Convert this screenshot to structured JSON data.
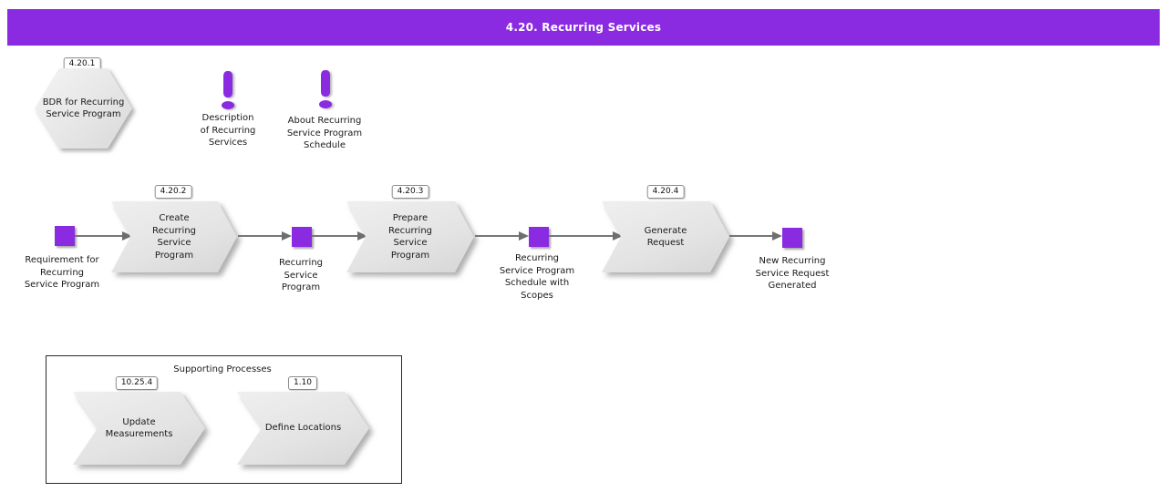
{
  "header": {
    "title": "4.20. Recurring Services"
  },
  "colors": {
    "accent_purple": "#8a2be2",
    "shape_fill_gray": "#e6e6e6",
    "arrow_gray": "#777777",
    "header_text": "#ffffff"
  },
  "start_event": {
    "tag": "4.20.1",
    "label": "BDR for Recurring\nService Program"
  },
  "notes": [
    {
      "icon": "exclamation-icon",
      "label": "Description\nof Recurring\nServices"
    },
    {
      "icon": "exclamation-icon",
      "label": "About Recurring\nService Program\nSchedule"
    }
  ],
  "flow": {
    "artifacts": [
      {
        "label": "Requirement for\nRecurring\nService Program"
      },
      {
        "label": "Recurring\nService\nProgram"
      },
      {
        "label": "Recurring\nService Program\nSchedule with\nScopes"
      },
      {
        "label": "New Recurring\nService Request\nGenerated"
      }
    ],
    "processes": [
      {
        "tag": "4.20.2",
        "label": "Create\nRecurring\nService\nProgram"
      },
      {
        "tag": "4.20.3",
        "label": "Prepare\nRecurring\nService\nProgram"
      },
      {
        "tag": "4.20.4",
        "label": "Generate\nRequest"
      }
    ]
  },
  "supporting": {
    "title": "Supporting Processes",
    "processes": [
      {
        "tag": "10.25.4",
        "label": "Update\nMeasurements"
      },
      {
        "tag": "1.10",
        "label": "Define Locations"
      }
    ]
  }
}
